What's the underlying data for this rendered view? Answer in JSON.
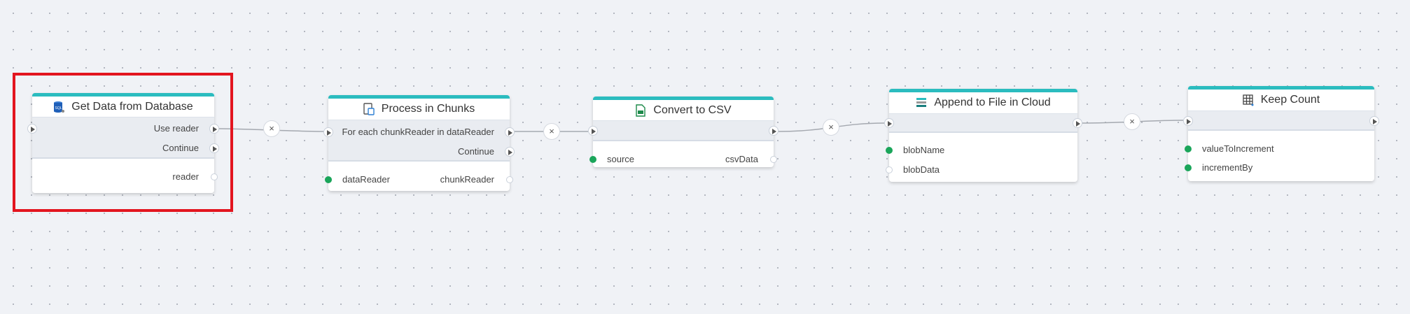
{
  "nodes": [
    {
      "title": "Get Data from Database",
      "icon": "sql-database-icon",
      "exec_rows": [
        "Use reader",
        "Continue"
      ],
      "outputs": [
        "reader"
      ]
    },
    {
      "title": "Process in Chunks",
      "icon": "chunks-icon",
      "exec_rows": [
        "For each chunkReader in dataReader",
        "Continue"
      ],
      "inputs": [
        "dataReader"
      ],
      "outputs": [
        "chunkReader"
      ]
    },
    {
      "title": "Convert to CSV",
      "icon": "csv-file-icon",
      "inputs": [
        "source"
      ],
      "outputs": [
        "csvData"
      ]
    },
    {
      "title": "Append to File in Cloud",
      "icon": "cloud-storage-icon",
      "inputs": [
        "blobName",
        "blobData"
      ]
    },
    {
      "title": "Keep Count",
      "icon": "table-icon",
      "inputs": [
        "valueToIncrement",
        "incrementBy"
      ]
    }
  ],
  "connector_delete_label": "×",
  "colors": {
    "accent": "#2bbcbf",
    "selection": "#e3151f",
    "connected": "#1aa55a"
  }
}
